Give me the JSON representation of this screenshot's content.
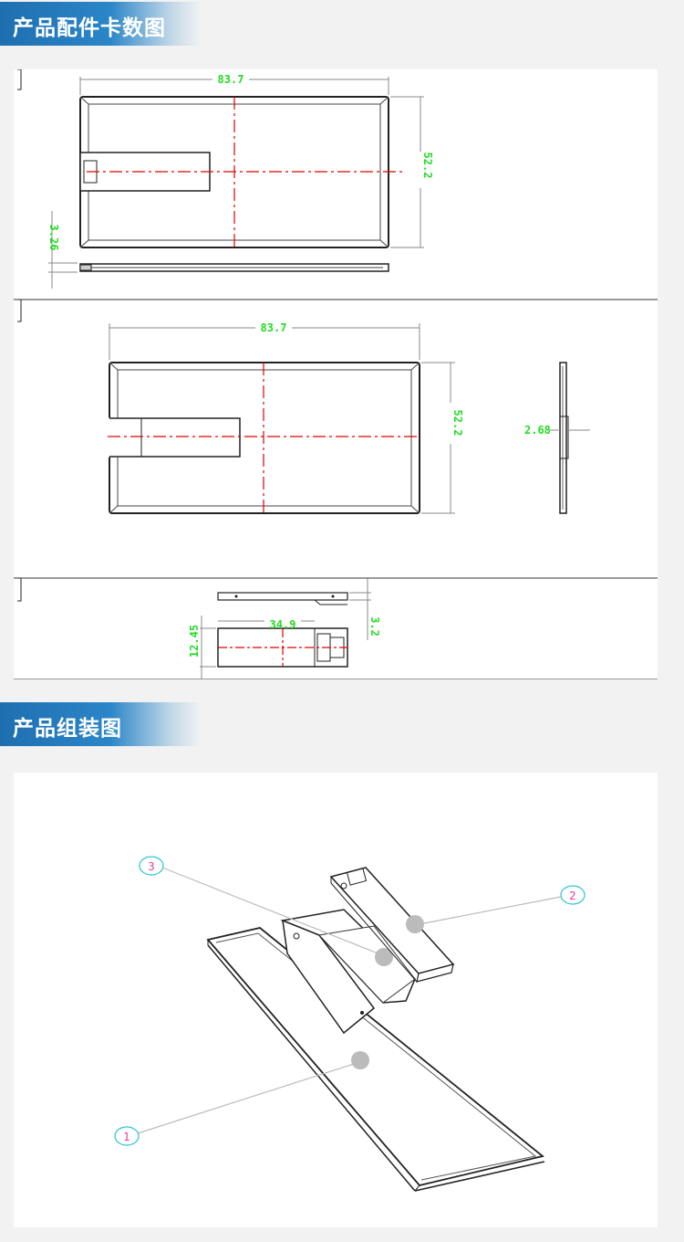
{
  "sections": [
    {
      "title": "产品配件卡数图"
    },
    {
      "title": "产品组装图"
    }
  ],
  "drawing": {
    "top_view_1": {
      "width": "83.7",
      "height": "52.2",
      "lip": "3.26"
    },
    "top_view_2": {
      "width": "83.7",
      "height": "52.2",
      "thickness": "2.68"
    },
    "connector_view": {
      "length": "34.9",
      "width": "12.45",
      "depth": "3.2"
    }
  },
  "assembly": {
    "callouts": [
      {
        "number": "1"
      },
      {
        "number": "2"
      },
      {
        "number": "3"
      }
    ]
  },
  "colors": {
    "header": "#1e6fb0",
    "dimension": "#22dd22",
    "centerline": "#e00000",
    "callout": "#e040a0"
  }
}
